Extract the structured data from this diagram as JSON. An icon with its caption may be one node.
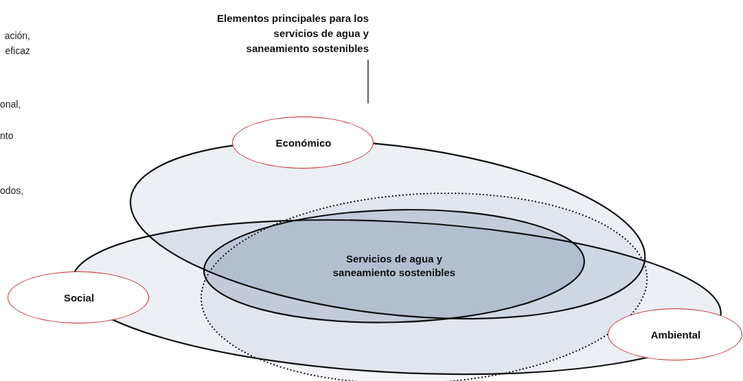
{
  "diagram": {
    "title": "Elementos principales para los servicios de agua y saneamiento sostenibles",
    "nodes": [
      {
        "text": [
          "Económico"
        ]
      },
      {
        "text": [
          "Social"
        ]
      },
      {
        "text": [
          "Ambiental"
        ]
      },
      {
        "text": [
          "Servicios de agua y saneamiento sostenibles"
        ]
      },
      {
        "text": [],
        "shape": "ellipse"
      },
      {
        "text": [],
        "shape": "ellipse"
      },
      {
        "text": [],
        "shape": "ellipse"
      }
    ],
    "labels": [
      "ación, eficaz",
      "onal,",
      "nto",
      "odos,"
    ]
  }
}
